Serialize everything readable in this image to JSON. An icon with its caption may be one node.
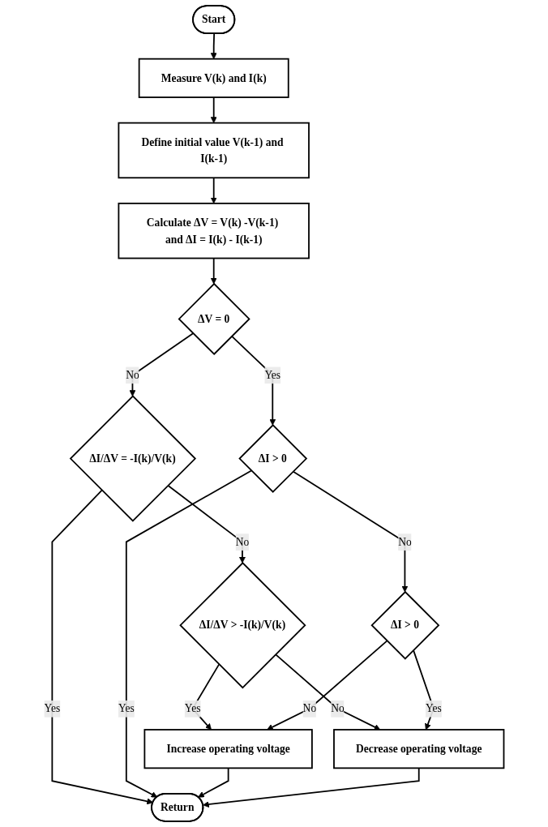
{
  "diagram": {
    "nodes": [
      {
        "text": [
          "Start"
        ]
      },
      {
        "text": [
          "Measure V(k) and I(k)"
        ]
      },
      {
        "text": [
          "Define initial value V(k-1) and I(k-1)"
        ]
      },
      {
        "text": [
          "Calculate ΔV = V(k) -V(k-1) and ΔI = I(k) - I(k-1)"
        ]
      },
      {
        "text": [
          "ΔV = 0"
        ]
      },
      {
        "text": [
          "ΔI/ΔV = -I(k)/V(k)"
        ]
      },
      {
        "text": [
          "ΔI > 0"
        ]
      },
      {
        "text": [
          "ΔI/ΔV > -I(k)/V(k)"
        ]
      },
      {
        "text": [
          "ΔI > 0"
        ]
      },
      {
        "text": [
          "Increase operating voltage"
        ]
      },
      {
        "text": [
          "Decrease operating voltage"
        ]
      },
      {
        "text": [
          "Return"
        ]
      }
    ],
    "edges": [
      {
        "from": 0,
        "to": 1,
        "arrow": "to"
      },
      {
        "from": 1,
        "to": 2,
        "arrow": "to"
      },
      {
        "from": 2,
        "to": 3,
        "arrow": "to"
      },
      {
        "from": 3,
        "to": 4,
        "arrow": "to"
      },
      {
        "from": 4,
        "to": 5,
        "label": "No",
        "arrow": "to"
      },
      {
        "from": 4,
        "to": 6,
        "label": "Yes",
        "arrow": "to"
      },
      {
        "from": 5,
        "to": 11,
        "label": "Yes",
        "arrow": "to"
      },
      {
        "from": 5,
        "to": 7,
        "label": "No",
        "arrow": "to"
      },
      {
        "from": 6,
        "to": 11,
        "label": "Yes",
        "arrow": "to"
      },
      {
        "from": 6,
        "to": 8,
        "label": "No",
        "arrow": "to"
      },
      {
        "from": 7,
        "to": 9,
        "label": "Yes",
        "arrow": "to"
      },
      {
        "from": 7,
        "to": 10,
        "label": "No",
        "arrow": "to"
      },
      {
        "from": 8,
        "to": 10,
        "label": "Yes",
        "arrow": "to"
      },
      {
        "from": 8,
        "to": 9,
        "label": "No",
        "arrow": "to"
      },
      {
        "from": 9,
        "to": 11,
        "arrow": "to"
      },
      {
        "from": 10,
        "to": 11,
        "arrow": "to"
      }
    ]
  }
}
